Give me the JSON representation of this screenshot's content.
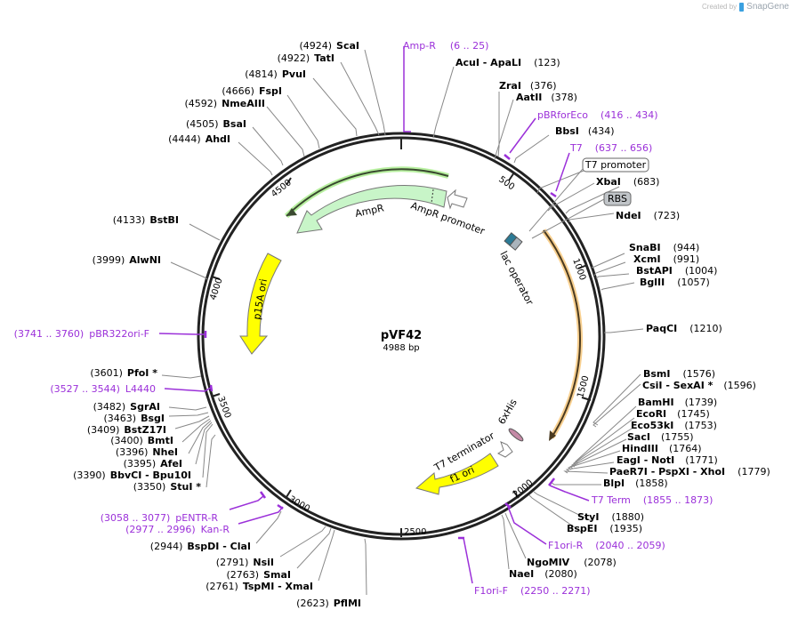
{
  "credit": {
    "prefix": "Created by",
    "brand": "SnapGene"
  },
  "plasmid": {
    "name": "pVF42",
    "length": "4988 bp",
    "length_bp": 4988
  },
  "colors": {
    "backbone": "#222222",
    "primer": "#9b30d9",
    "ampR": "#c8f5c8",
    "ori": "#ffff00",
    "orange_orf": "#f5c060",
    "site_line": "#888888"
  },
  "ticks": [
    "500",
    "1000",
    "1500",
    "2000",
    "2500",
    "3000",
    "3500",
    "4000",
    "4500"
  ],
  "features": [
    {
      "label": "AmpR",
      "type": "CDS"
    },
    {
      "label": "AmpR promoter",
      "type": "promoter"
    },
    {
      "label": "lac operator",
      "type": "protein_bind"
    },
    {
      "label": "p15A ori",
      "type": "rep_origin"
    },
    {
      "label": "f1 ori",
      "type": "rep_origin"
    },
    {
      "label": "T7 terminator",
      "type": "terminator"
    },
    {
      "label": "6xHis",
      "type": "tag"
    },
    {
      "label": "T7 promoter",
      "type": "boxed"
    },
    {
      "label": "RBS",
      "type": "boxed"
    }
  ],
  "sites": [
    {
      "pos": "(4924)",
      "name": "ScaI"
    },
    {
      "pos": "(4922)",
      "name": "TatI"
    },
    {
      "pos": "(4814)",
      "name": "PvuI"
    },
    {
      "pos": "(4666)",
      "name": "FspI"
    },
    {
      "pos": "(4592)",
      "name": "NmeAIII"
    },
    {
      "pos": "(4505)",
      "name": "BsaI"
    },
    {
      "pos": "(4444)",
      "name": "AhdI"
    },
    {
      "pos": "(4133)",
      "name": "BstBI"
    },
    {
      "pos": "(3999)",
      "name": "AlwNI"
    },
    {
      "pos": "(3601)",
      "name": "PfoI *"
    },
    {
      "pos": "(3482)",
      "name": "SgrAI"
    },
    {
      "pos": "(3463)",
      "name": "BsgI"
    },
    {
      "pos": "(3409)",
      "name": "BstZ17I"
    },
    {
      "pos": "(3400)",
      "name": "BmtI"
    },
    {
      "pos": "(3396)",
      "name": "NheI"
    },
    {
      "pos": "(3395)",
      "name": "AfeI"
    },
    {
      "pos": "(3390)",
      "name": "BbvCI  - Bpu10I"
    },
    {
      "pos": "(3350)",
      "name": "StuI *"
    },
    {
      "pos": "(2944)",
      "name": "BspDI  - ClaI"
    },
    {
      "pos": "(2791)",
      "name": "NsiI"
    },
    {
      "pos": "(2763)",
      "name": "SmaI"
    },
    {
      "pos": "(2761)",
      "name": "TspMI  - XmaI"
    },
    {
      "pos": "(2623)",
      "name": "PflMI"
    },
    {
      "pos": "(123)",
      "name": "AcuI  - ApaLI"
    },
    {
      "pos": "(376)",
      "name": "ZraI"
    },
    {
      "pos": "(378)",
      "name": "AatII"
    },
    {
      "pos": "(434)",
      "name": "BbsI"
    },
    {
      "pos": "(683)",
      "name": "XbaI"
    },
    {
      "pos": "(723)",
      "name": "NdeI"
    },
    {
      "pos": "(944)",
      "name": "SnaBI"
    },
    {
      "pos": "(991)",
      "name": "XcmI"
    },
    {
      "pos": "(1004)",
      "name": "BstAPI"
    },
    {
      "pos": "(1057)",
      "name": "BglII"
    },
    {
      "pos": "(1210)",
      "name": "PaqCI"
    },
    {
      "pos": "(1576)",
      "name": "BsmI"
    },
    {
      "pos": "(1596)",
      "name": "CsiI  - SexAI *"
    },
    {
      "pos": "(1739)",
      "name": "BamHI"
    },
    {
      "pos": "(1745)",
      "name": "EcoRI"
    },
    {
      "pos": "(1753)",
      "name": "Eco53kI"
    },
    {
      "pos": "(1755)",
      "name": "SacI"
    },
    {
      "pos": "(1764)",
      "name": "HindIII"
    },
    {
      "pos": "(1771)",
      "name": "EagI  - NotI"
    },
    {
      "pos": "(1779)",
      "name": "PaeR7I  - PspXI  - XhoI"
    },
    {
      "pos": "(1858)",
      "name": "BlpI"
    },
    {
      "pos": "(1880)",
      "name": "StyI"
    },
    {
      "pos": "(1935)",
      "name": "BspEI"
    },
    {
      "pos": "(2078)",
      "name": "NgoMIV"
    },
    {
      "pos": "(2080)",
      "name": "NaeI"
    }
  ],
  "primers": [
    {
      "name": "Amp-R",
      "range": "(6 .. 25)"
    },
    {
      "name": "pBRforEco",
      "range": "(416 .. 434)"
    },
    {
      "name": "T7",
      "range": "(637 .. 656)"
    },
    {
      "name": "T7 Term",
      "range": "(1855 .. 1873)"
    },
    {
      "name": "F1ori-R",
      "range": "(2040 .. 2059)"
    },
    {
      "name": "F1ori-F",
      "range": "(2250 .. 2271)"
    },
    {
      "name": "Kan-R",
      "range": "(2977 .. 2996)"
    },
    {
      "name": "pENTR-R",
      "range": "(3058 .. 3077)"
    },
    {
      "name": "L4440",
      "range": "(3527 .. 3544)"
    },
    {
      "name": "pBR322ori-F",
      "range": "(3741 .. 3760)"
    }
  ]
}
